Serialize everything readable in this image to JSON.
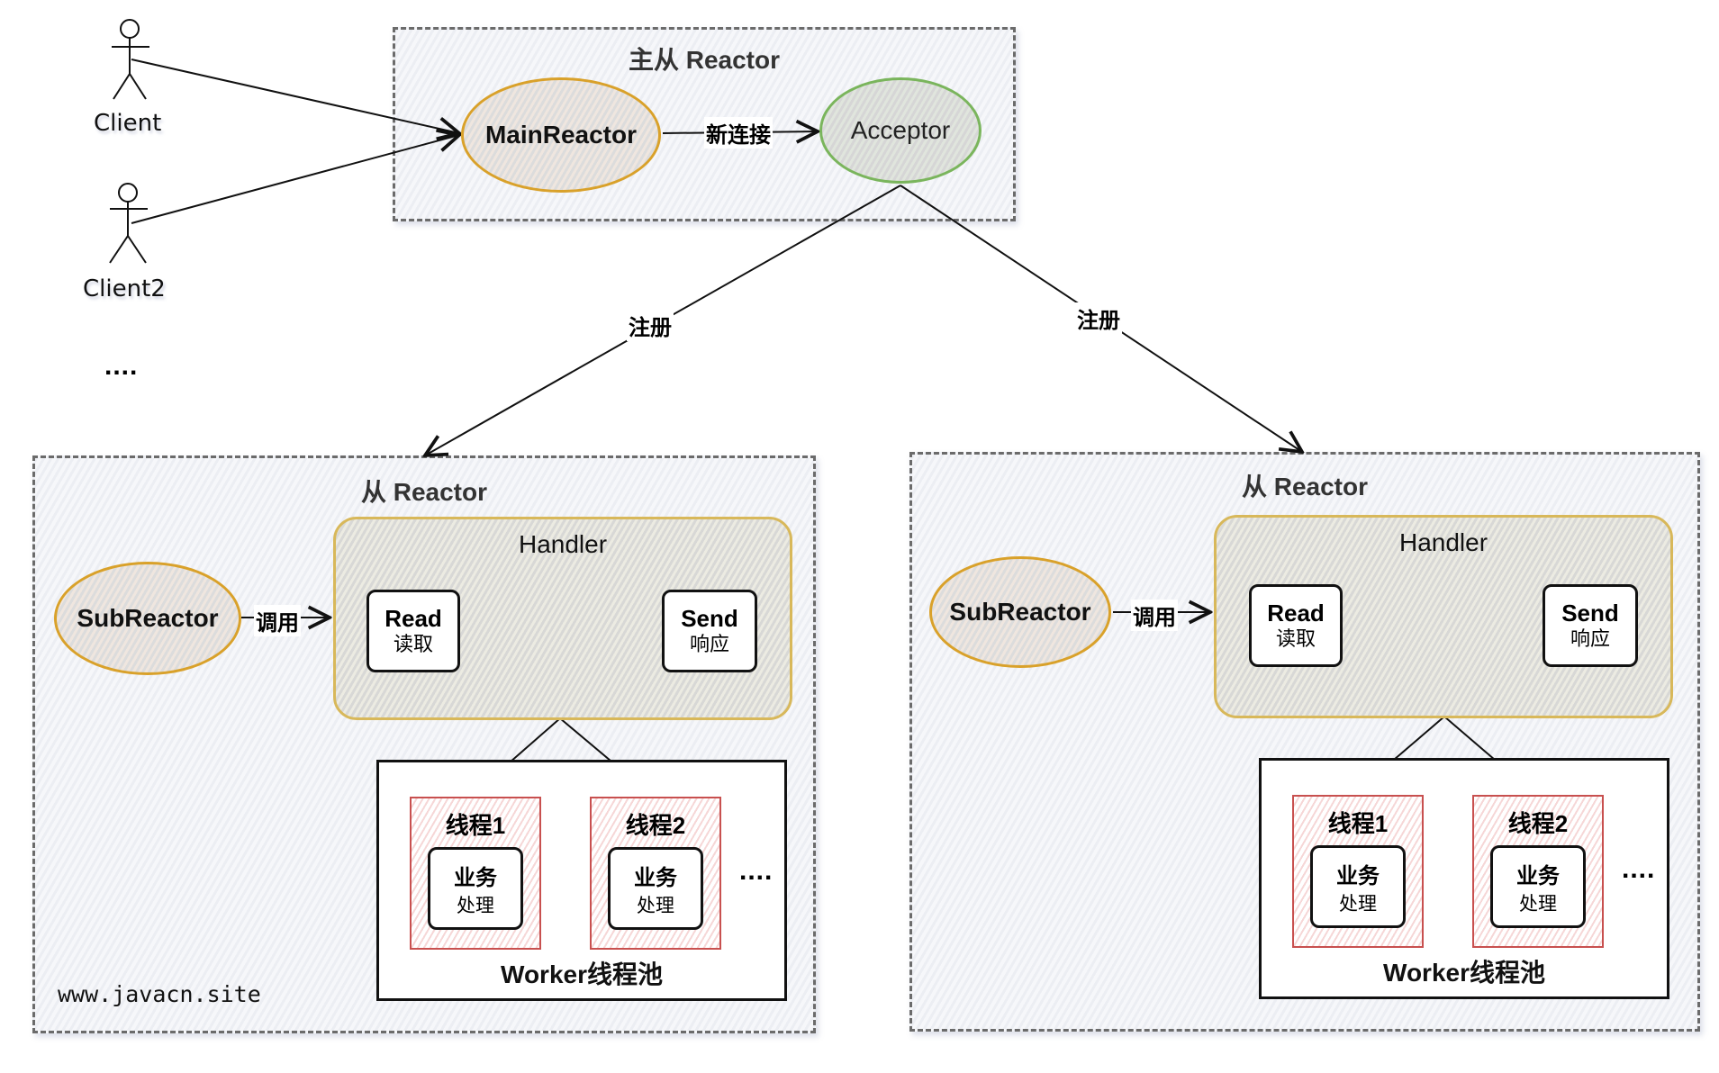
{
  "actors": [
    {
      "label": "Client"
    },
    {
      "label": "Client2"
    }
  ],
  "actors_more": "....",
  "main_group": {
    "title": "主从 Reactor",
    "main_reactor": "MainReactor",
    "acceptor": "Acceptor",
    "edge_label": "新连接"
  },
  "register_labels": [
    "注册",
    "注册"
  ],
  "sub_groups": [
    {
      "title": "从 Reactor",
      "sub_reactor": "SubReactor",
      "call_label": "调用",
      "handler": {
        "title": "Handler",
        "read": {
          "en": "Read",
          "zh": "读取"
        },
        "send": {
          "en": "Send",
          "zh": "响应"
        }
      },
      "pool": {
        "title": "Worker线程池",
        "threads": [
          {
            "title": "线程1",
            "task_a": "业务",
            "task_b": "处理"
          },
          {
            "title": "线程2",
            "task_a": "业务",
            "task_b": "处理"
          }
        ],
        "more": "...."
      }
    },
    {
      "title": "从 Reactor",
      "sub_reactor": "SubReactor",
      "call_label": "调用",
      "handler": {
        "title": "Handler",
        "read": {
          "en": "Read",
          "zh": "读取"
        },
        "send": {
          "en": "Send",
          "zh": "响应"
        }
      },
      "pool": {
        "title": "Worker线程池",
        "threads": [
          {
            "title": "线程1",
            "task_a": "业务",
            "task_b": "处理"
          },
          {
            "title": "线程2",
            "task_a": "业务",
            "task_b": "处理"
          }
        ],
        "more": "...."
      }
    }
  ],
  "watermark": "www.javacn.site",
  "colors": {
    "main_reactor_stroke": "#d9a12a",
    "acceptor_stroke": "#7ab55c",
    "handler_stroke": "#d8b85a",
    "thread_stroke": "#c8504f",
    "group_dash": "#6b6b6b"
  }
}
